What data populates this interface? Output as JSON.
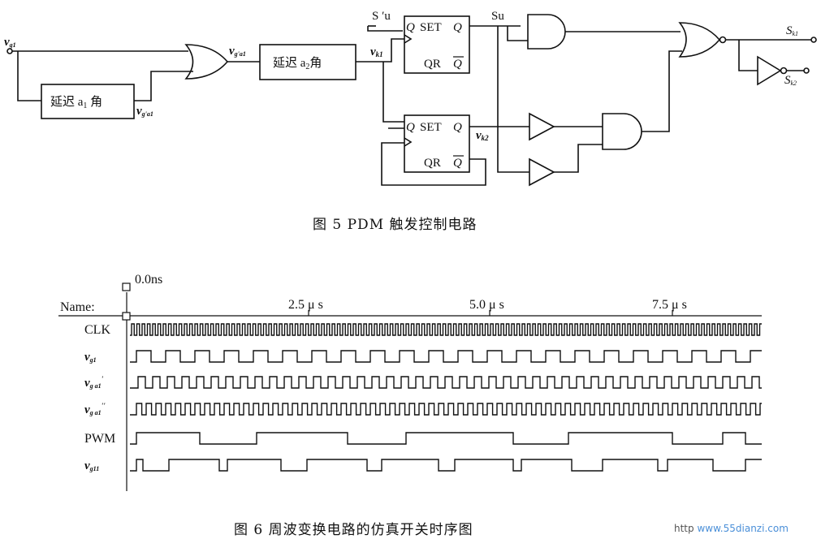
{
  "fig5": {
    "caption": "图 5    PDM 触发控制电路",
    "labels": {
      "vg1": "v",
      "vg1_sub": "g1",
      "delay1": "延迟 a",
      "delay1_sub": "1",
      "delay1_tail": " 角",
      "vg1a": "v",
      "vg1a_sub": "g'a1",
      "vgpa1": "v",
      "vgpa1_sub": "g'a1",
      "delay2": "延迟 a",
      "delay2_sub": "2",
      "delay2_tail": "角",
      "vk1": "v",
      "vk1_sub": "k1",
      "su_prime": "S ′u",
      "su": "Su",
      "ff_q": "Q",
      "ff_set": "SET",
      "ff_qr": "QR",
      "vk2": "v",
      "vk2_sub": "k2",
      "sk1": "S",
      "sk1_sub": "k1",
      "sk2": "S",
      "sk2_sub": "k2"
    }
  },
  "fig6": {
    "caption": "图 6    周波变换电路的仿真开关时序图",
    "time_start": "0.0ns",
    "name_header": "Name:",
    "time_ticks": [
      "2.5 μ s",
      "5.0 μ s",
      "7.5 μ s"
    ],
    "signals": [
      {
        "name": "CLK",
        "sub": "",
        "sup": ""
      },
      {
        "name": "v",
        "sub": "g1",
        "sup": ""
      },
      {
        "name": "v",
        "sub": "g a1",
        "sup": "'"
      },
      {
        "name": "v",
        "sub": "g a1",
        "sup": "''"
      },
      {
        "name": "PWM",
        "sub": "",
        "sup": ""
      },
      {
        "name": "v",
        "sub": "g11",
        "sup": ""
      }
    ]
  },
  "watermark": {
    "prefix": "http",
    "site": "www.55dianzi.com"
  },
  "colors": {
    "line": "#111111",
    "watermark": "#4a8fd8"
  }
}
